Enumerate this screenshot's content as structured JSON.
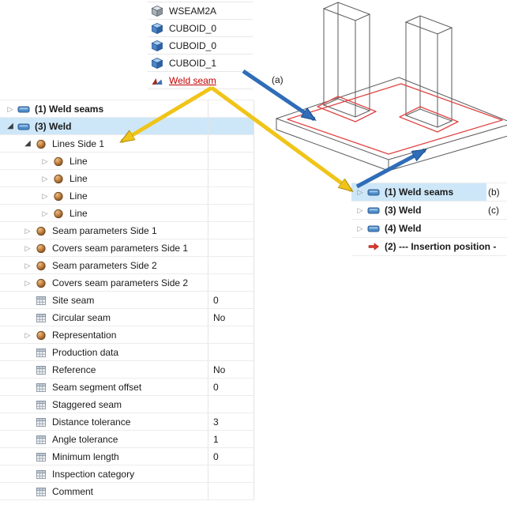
{
  "annotations": {
    "a": "(a)"
  },
  "colors": {
    "selection": "#cde7f8",
    "link_red": "#c00000",
    "arrow_blue": "#2f6db8",
    "arrow_blue_dark": "#1a4a82",
    "arrow_yellow": "#f0c419",
    "arrow_yellow_dark": "#a8860b",
    "weld_red": "#e04545",
    "wireframe": "#5a5a5a"
  },
  "top_tree": {
    "items": [
      {
        "label": "WSEAM2A",
        "icon": "assembly-icon",
        "link": false
      },
      {
        "label": "CUBOID_0",
        "icon": "cuboid-icon",
        "link": false
      },
      {
        "label": "CUBOID_0",
        "icon": "cuboid-icon",
        "link": false
      },
      {
        "label": "CUBOID_1",
        "icon": "cuboid-icon",
        "link": false
      },
      {
        "label": "Weld seam",
        "icon": "weld-icon",
        "link": true
      }
    ]
  },
  "left_tree": {
    "rows": [
      {
        "indent": 0,
        "exp": "collapsed",
        "icon": "weld-group-icon",
        "label": "(1) Weld seams",
        "value": "",
        "bold": true,
        "selected": false
      },
      {
        "indent": 0,
        "exp": "expanded",
        "icon": "weld-group-icon",
        "label": "(3) Weld",
        "value": "",
        "bold": true,
        "selected": true
      },
      {
        "indent": 1,
        "exp": "expanded",
        "icon": "sphere-icon",
        "label": "Lines Side 1",
        "value": "",
        "bold": false,
        "selected": false
      },
      {
        "indent": 2,
        "exp": "collapsed",
        "icon": "sphere-icon",
        "label": "Line",
        "value": "",
        "bold": false,
        "selected": false
      },
      {
        "indent": 2,
        "exp": "collapsed",
        "icon": "sphere-icon",
        "label": "Line",
        "value": "",
        "bold": false,
        "selected": false
      },
      {
        "indent": 2,
        "exp": "collapsed",
        "icon": "sphere-icon",
        "label": "Line",
        "value": "",
        "bold": false,
        "selected": false
      },
      {
        "indent": 2,
        "exp": "collapsed",
        "icon": "sphere-icon",
        "label": "Line",
        "value": "",
        "bold": false,
        "selected": false
      },
      {
        "indent": 1,
        "exp": "collapsed",
        "icon": "sphere-icon",
        "label": "Seam parameters Side 1",
        "value": "",
        "bold": false,
        "selected": false
      },
      {
        "indent": 1,
        "exp": "collapsed",
        "icon": "sphere-icon",
        "label": "Covers seam parameters Side 1",
        "value": "",
        "bold": false,
        "selected": false
      },
      {
        "indent": 1,
        "exp": "collapsed",
        "icon": "sphere-icon",
        "label": "Seam parameters Side 2",
        "value": "",
        "bold": false,
        "selected": false
      },
      {
        "indent": 1,
        "exp": "collapsed",
        "icon": "sphere-icon",
        "label": "Covers seam parameters Side 2",
        "value": "",
        "bold": false,
        "selected": false
      },
      {
        "indent": 1,
        "exp": null,
        "icon": "grid-icon",
        "label": "Site seam",
        "value": "0",
        "bold": false,
        "selected": false
      },
      {
        "indent": 1,
        "exp": null,
        "icon": "grid-icon",
        "label": "Circular seam",
        "value": "No",
        "bold": false,
        "selected": false
      },
      {
        "indent": 1,
        "exp": "collapsed",
        "icon": "sphere-icon",
        "label": "Representation",
        "value": "",
        "bold": false,
        "selected": false
      },
      {
        "indent": 1,
        "exp": null,
        "icon": "grid-icon",
        "label": "Production data",
        "value": "",
        "bold": false,
        "selected": false
      },
      {
        "indent": 1,
        "exp": null,
        "icon": "grid-icon",
        "label": "Reference",
        "value": "No",
        "bold": false,
        "selected": false
      },
      {
        "indent": 1,
        "exp": null,
        "icon": "grid-icon",
        "label": "Seam segment offset",
        "value": "0",
        "bold": false,
        "selected": false
      },
      {
        "indent": 1,
        "exp": null,
        "icon": "grid-icon",
        "label": "Staggered seam",
        "value": "",
        "bold": false,
        "selected": false
      },
      {
        "indent": 1,
        "exp": null,
        "icon": "grid-icon",
        "label": "Distance tolerance",
        "value": "3",
        "bold": false,
        "selected": false
      },
      {
        "indent": 1,
        "exp": null,
        "icon": "grid-icon",
        "label": "Angle tolerance",
        "value": "1",
        "bold": false,
        "selected": false
      },
      {
        "indent": 1,
        "exp": null,
        "icon": "grid-icon",
        "label": "Minimum length",
        "value": "0",
        "bold": false,
        "selected": false
      },
      {
        "indent": 1,
        "exp": null,
        "icon": "grid-icon",
        "label": "Inspection category",
        "value": "",
        "bold": false,
        "selected": false
      },
      {
        "indent": 1,
        "exp": null,
        "icon": "grid-icon",
        "label": "Comment",
        "value": "",
        "bold": false,
        "selected": false
      }
    ]
  },
  "right_tree": {
    "rows": [
      {
        "exp": "collapsed",
        "icon": "weld-group-icon",
        "label": "(1) Weld seams",
        "tag": "(b)",
        "selected": true
      },
      {
        "exp": "collapsed",
        "icon": "weld-group-icon",
        "label": "(3) Weld",
        "tag": "(c)",
        "selected": false
      },
      {
        "exp": "collapsed",
        "icon": "weld-group-icon",
        "label": "(4) Weld",
        "tag": "",
        "selected": false
      },
      {
        "exp": null,
        "icon": "insertion-arrow-icon",
        "label": "(2) --- Insertion position -",
        "tag": "",
        "selected": false
      }
    ]
  }
}
